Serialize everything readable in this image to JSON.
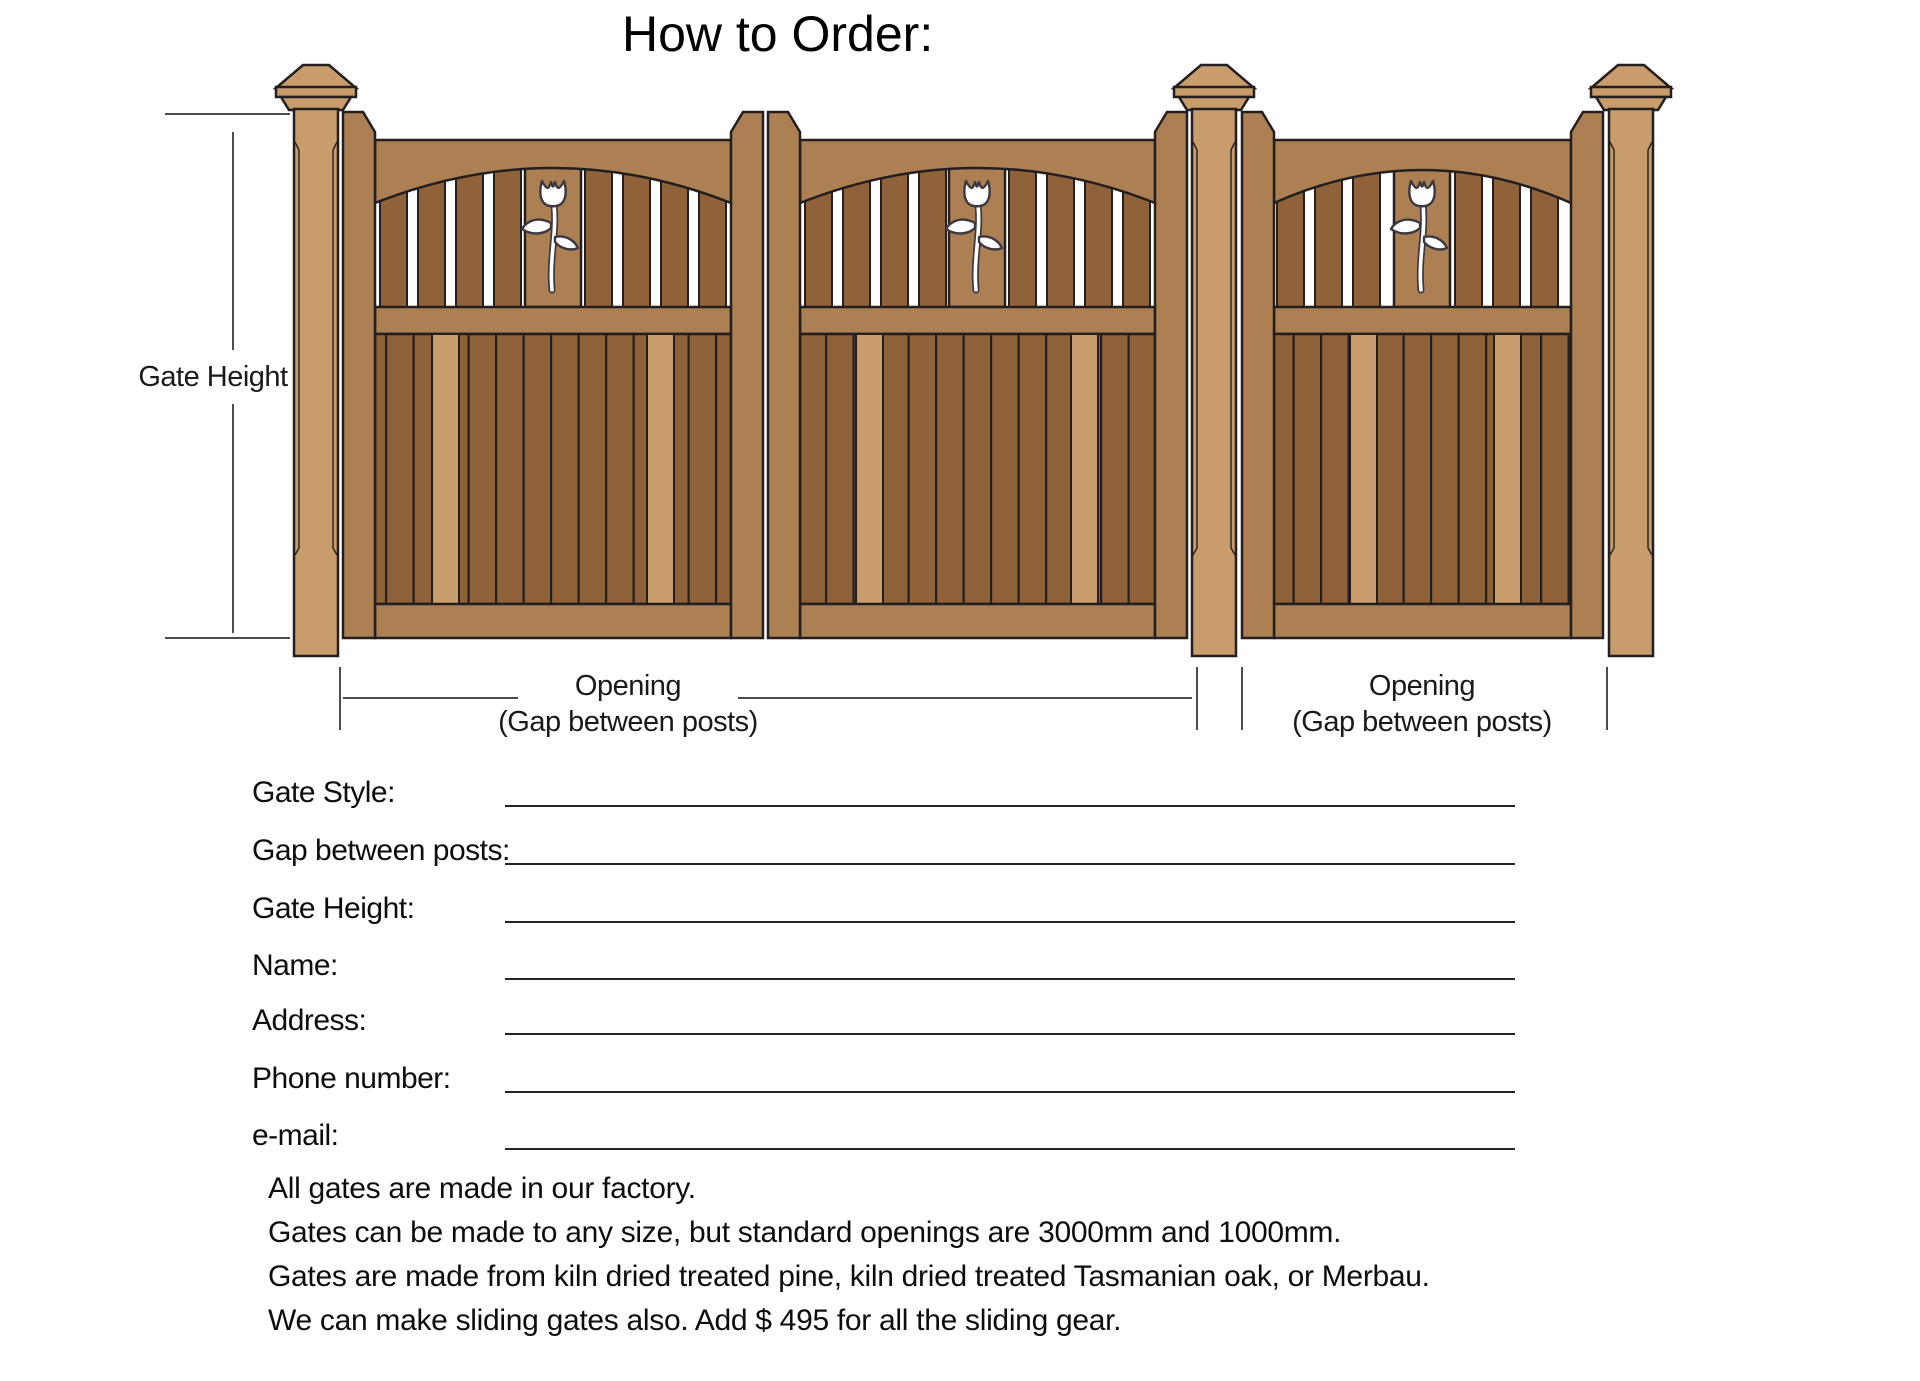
{
  "title": "How to Order:",
  "diagram": {
    "gate_height_label": "Gate Height",
    "opening_labels": [
      {
        "line1": "Opening",
        "line2": "(Gap between posts)"
      },
      {
        "line1": "Opening",
        "line2": "(Gap between posts)"
      }
    ]
  },
  "form": {
    "rows": [
      {
        "label": "Gate Style:"
      },
      {
        "label": "Gap between posts:"
      },
      {
        "label": "Gate Height:"
      },
      {
        "label": "Name:"
      },
      {
        "label": "Address:"
      },
      {
        "label": "Phone number:"
      },
      {
        "label": "e-mail:"
      }
    ]
  },
  "notes": {
    "lines": [
      "All gates are made in our factory.",
      "Gates can be made to any size, but standard openings are 3000mm and 1000mm.",
      "Gates are made from kiln dried treated pine, kiln dried treated Tasmanian oak, or Merbau.",
      "We can make sliding gates also. Add $ 495 for all the sliding gear."
    ]
  },
  "palette": {
    "wood_post": "#C99C6B",
    "wood_rail": "#AC8052",
    "wood_dark": "#8F6239",
    "outline_ink": "#231F20",
    "tulip_ink": "#3A3842",
    "cutout_white": "#FFFFFF",
    "dim_line": "#4D4D4D",
    "text_ink": "#111111"
  }
}
